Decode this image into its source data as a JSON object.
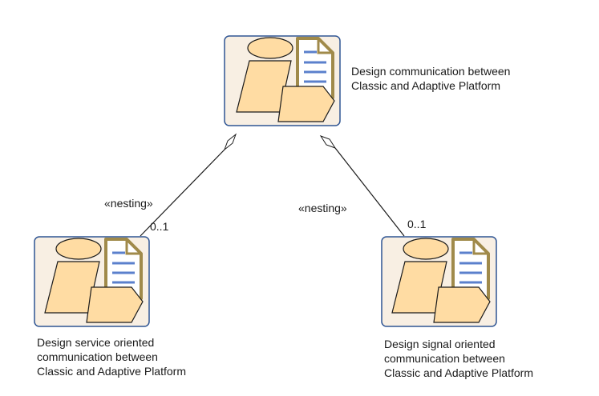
{
  "diagram": {
    "nodes": {
      "parent": {
        "lines": [
          "Design communication between",
          "Classic and Adaptive Platform"
        ]
      },
      "left": {
        "lines": [
          "Design service oriented",
          "communication between",
          "Classic and Adaptive Platform"
        ]
      },
      "right": {
        "lines": [
          "Design signal oriented",
          "communication between",
          "Classic and Adaptive Platform"
        ]
      }
    },
    "edges": {
      "left": {
        "stereotype": "«nesting»",
        "multiplicity": "0..1"
      },
      "right": {
        "stereotype": "«nesting»",
        "multiplicity": "0..1"
      }
    },
    "colors": {
      "box_fill": "#f8efe3",
      "box_stroke": "#2f5593",
      "shape_fill": "#ffdca3",
      "doc_stroke": "#a08a4a",
      "doc_lines": "#5b80cc"
    }
  }
}
